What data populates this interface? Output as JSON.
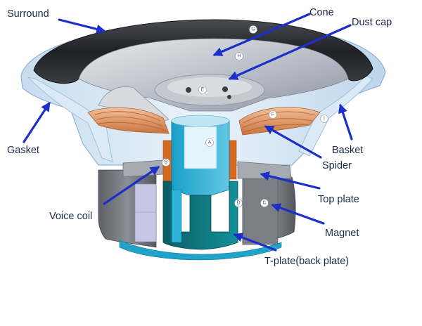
{
  "labels": {
    "surround": "Surround",
    "cone": "Cone",
    "dust_cap": "Dust cap",
    "gasket": "Gasket",
    "basket": "Basket",
    "spider": "Spider",
    "voice_coil": "Voice coil",
    "top_plate": "Top plate",
    "magnet": "Magnet",
    "t_plate": "T-plate(back plate)"
  },
  "markers": {
    "a": "A",
    "b": "B",
    "c": "C",
    "d": "D",
    "e": "E",
    "f": "F",
    "g": "G",
    "h": "H",
    "i": "I"
  },
  "colors": {
    "arrow": "#1c2fc9",
    "surround": "#2b2d31",
    "cone": "#b9bec6",
    "basket": "#cfe3f3",
    "spider": "#d98e5c",
    "voice_coil": "#d46a1f",
    "pole": "#1fa3c9",
    "back_plate": "#0f6f78",
    "magnet": "#6d7076",
    "top_plate": "#8f949b"
  }
}
